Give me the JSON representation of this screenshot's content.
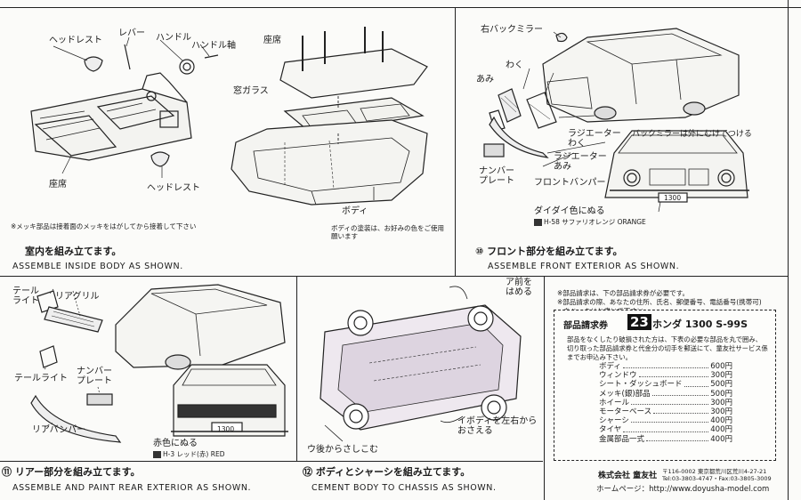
{
  "panel9": {
    "labels": {
      "headrest_top": "ヘッドレスト",
      "lever": "レバー",
      "handle": "ハンドル",
      "handle_shaft": "ハンドル軸",
      "seat": "座席",
      "headrest_bottom": "ヘッドレスト",
      "seat_upper": "座席",
      "window_glass": "窓ガラス",
      "body": "ボディ"
    },
    "note_plating": "※メッキ部品は接着面のメッキをはがしてから接着して下さい",
    "note_paint": "ボディの塗装は、お好みの色をご使用願います",
    "step_ja": "室内を組み立てます。",
    "step_en": "ASSEMBLE INSIDE BODY AS SHOWN."
  },
  "panel10": {
    "labels": {
      "right_mirror": "右バックミラー",
      "frame": "わく",
      "mesh": "あみ",
      "radiator_frame": "ラジエーター わく",
      "radiator_mesh": "ラジエーター あみ",
      "number_plate": "ナンバー プレート",
      "front_bumper": "フロントバンパー",
      "mirror_note": "バックミラーは外にむけてつける",
      "paint_orange": "ダイダイ色にぬる",
      "paint_code": "H-58 サファリオレンジ ORANGE",
      "plate_text": "1300"
    },
    "step_num": "⑩",
    "step_ja": "フロント部分を組み立てます。",
    "step_en": "ASSEMBLE FRONT EXTERIOR AS SHOWN."
  },
  "panel11": {
    "labels": {
      "tail_light_top": "テール ライト",
      "rear_grill": "リアグリル",
      "tail_light": "テールライト",
      "number_plate": "ナンバー プレート",
      "rear_bumper": "リアバンパー",
      "paint_red": "赤色にぬる",
      "paint_code": "H-3 レッド(赤) RED",
      "plate_text": "1300"
    },
    "step_num": "⑪",
    "step_ja": "リアー部分を組み立てます。",
    "step_en": "ASSEMBLE AND PAINT REAR EXTERIOR AS SHOWN."
  },
  "panel12": {
    "labels": {
      "front_fit": "前をはめる",
      "press_sides": "ボディを左右からおさえる",
      "insert_rear": "後からさしこむ",
      "step_a": "ア",
      "step_b": "イ",
      "step_c": "ウ"
    },
    "step_num": "⑫",
    "step_ja": "ボディとシャーシを組み立てます。",
    "step_en": "CEMENT BODY TO CHASSIS AS SHOWN."
  },
  "parts_order": {
    "notes": [
      "※部品請求は、下の部品請求券が必要です。",
      "※部品請求の際、あなたの住所、氏名、郵便番号、電話番号(携帯可)",
      "　をハッキリと書いて下さい。"
    ],
    "title": "部品請求券",
    "number": "23",
    "model": "ホンダ 1300 S-99S",
    "description": "部品をなくしたり破損された方は、下表の必要な部品を丸で囲み、切り取った部品請求券と代金分の切手を郵送にて、童友社サービス係までお申込み下さい。",
    "items": [
      {
        "name": "ボディ",
        "price": "600円"
      },
      {
        "name": "ウィンドウ",
        "price": "300円"
      },
      {
        "name": "シート・ダッシュボード",
        "price": "500円"
      },
      {
        "name": "メッキ(銀)部品",
        "price": "500円"
      },
      {
        "name": "ホイール",
        "price": "300円"
      },
      {
        "name": "モーターベース",
        "price": "300円"
      },
      {
        "name": "シャーシ",
        "price": "400円"
      },
      {
        "name": "タイヤ",
        "price": "400円"
      },
      {
        "name": "金属部品一式",
        "price": "400円"
      }
    ]
  },
  "company": {
    "name": "株式会社 童友社",
    "address": "〒116-0002 東京都荒川区荒川4-27-21",
    "tel": "Tel:03-3803-4747・Fax:03-3805-3009",
    "homepage": "ホームページ：http://www.doyusha-model.com"
  }
}
